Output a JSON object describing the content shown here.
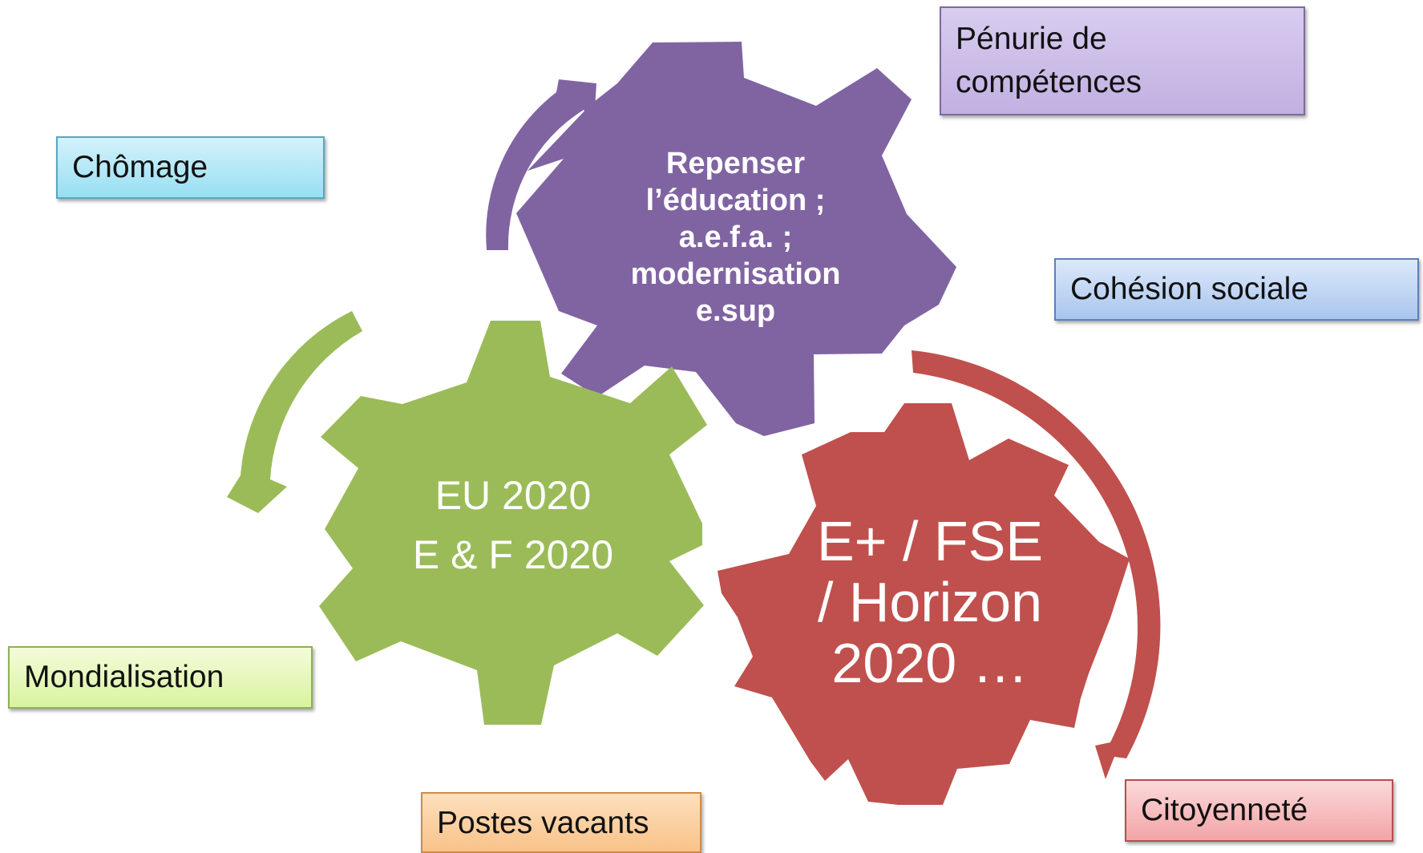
{
  "colors": {
    "purple_gear": "#8064a2",
    "green_gear": "#9bbb59",
    "red_gear": "#c0504d",
    "text_on_gear": "#ffffff"
  },
  "gears": {
    "purple": {
      "lines": [
        "Repenser",
        "l’éducation ;",
        "a.e.f.a. ;",
        "modernisation",
        "e.sup"
      ]
    },
    "green": {
      "lines": [
        "EU 2020",
        "E & F 2020"
      ]
    },
    "red": {
      "lines": [
        "E+ / FSE",
        "/ Horizon",
        "2020 …"
      ]
    }
  },
  "labels": {
    "penurie": [
      "Pénurie de",
      "compétences"
    ],
    "chomage": "Chômage",
    "cohesion": "Cohésion sociale",
    "mondialisation": "Mondialisation",
    "postes": "Postes vacants",
    "citoyennete": "Citoyenneté"
  }
}
